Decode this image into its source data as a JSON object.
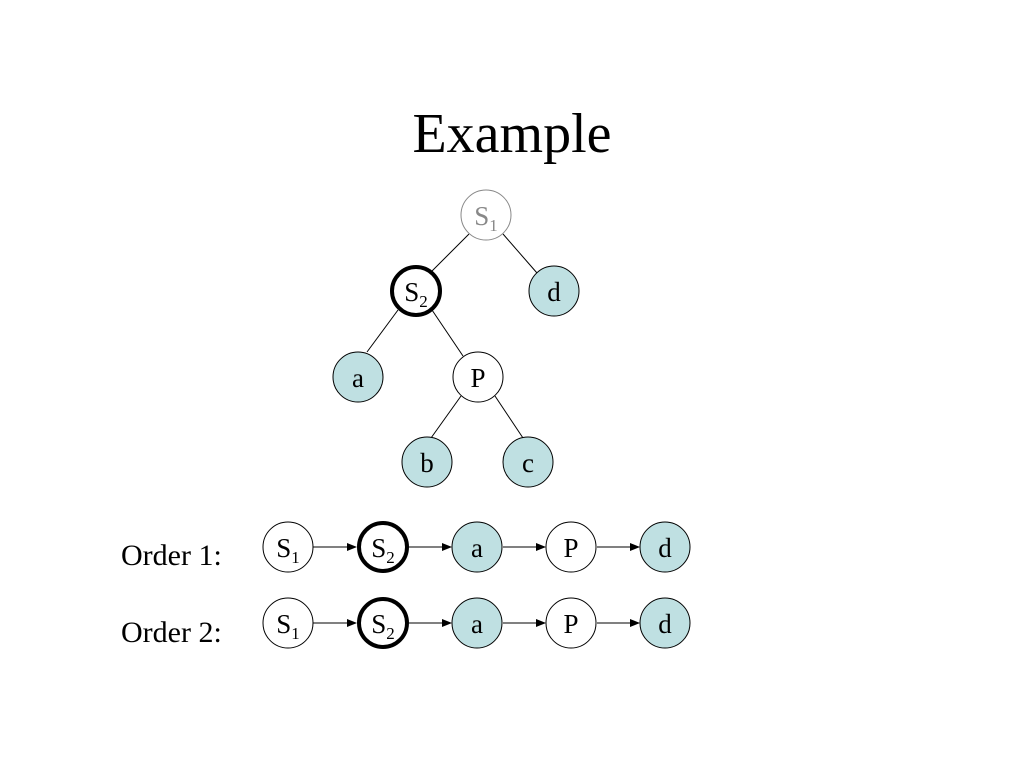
{
  "title": "Example",
  "colors": {
    "leaf_fill": "#bfe0e2",
    "node_fill": "#ffffff",
    "stroke": "#000000",
    "root_text": "#888888"
  },
  "tree": {
    "root": {
      "label": "S",
      "sub": "1"
    },
    "s2": {
      "label": "S",
      "sub": "2"
    },
    "d": {
      "label": "d"
    },
    "a": {
      "label": "a"
    },
    "p": {
      "label": "P"
    },
    "b": {
      "label": "b"
    },
    "c": {
      "label": "c"
    }
  },
  "orders": [
    {
      "label": "Order 1:",
      "nodes": [
        {
          "label": "S",
          "sub": "1"
        },
        {
          "label": "S",
          "sub": "2"
        },
        {
          "label": "a"
        },
        {
          "label": "P"
        },
        {
          "label": "d"
        }
      ]
    },
    {
      "label": "Order 2:",
      "nodes": [
        {
          "label": "S",
          "sub": "1"
        },
        {
          "label": "S",
          "sub": "2"
        },
        {
          "label": "a"
        },
        {
          "label": "P"
        },
        {
          "label": "d"
        }
      ]
    }
  ]
}
